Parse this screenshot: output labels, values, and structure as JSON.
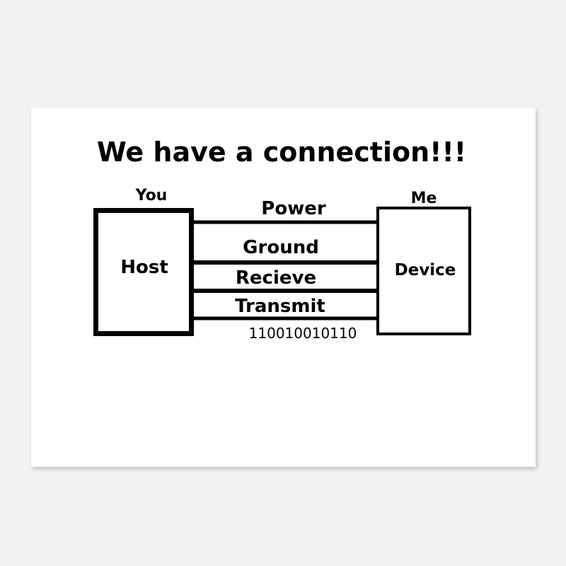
{
  "title": "We have a connection!!!",
  "host": {
    "role_label": "You",
    "box_label": "Host"
  },
  "device": {
    "role_label": "Me",
    "box_label": "Device"
  },
  "lines": [
    {
      "label": "Power"
    },
    {
      "label": "Ground"
    },
    {
      "label": "Recieve"
    },
    {
      "label": "Transmit"
    }
  ],
  "data_stream": "110010010110",
  "colors": {
    "background": "#f2f2f4",
    "sticker": "#ffffff",
    "ink": "#000000"
  }
}
